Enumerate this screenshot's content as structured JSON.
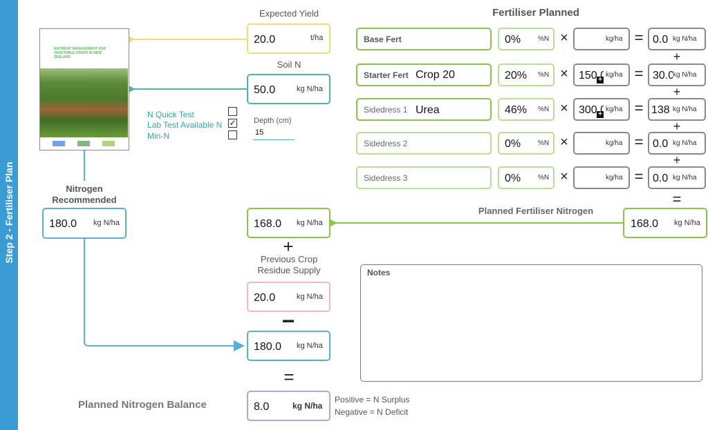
{
  "sidebar": {
    "title": "Step 2 - Fertiliser Plan"
  },
  "book": {
    "title": "NUTRIENT MANAGEMENT FOR VEGETABLE CROPS IN NEW ZEALAND"
  },
  "expected_yield": {
    "label": "Expected Yield",
    "value": "20.0",
    "unit": "t/ha"
  },
  "soil_n": {
    "label": "Soil N",
    "value": "50.0",
    "unit": "kg N/ha"
  },
  "soil_tests": {
    "options": [
      {
        "label": "N Quick Test",
        "mark": ""
      },
      {
        "label": "Lab Test Available N",
        "mark": "✓"
      },
      {
        "label": "Min-N",
        "mark": ""
      }
    ],
    "depth_label": "Depth (cm)",
    "depth_value": "15"
  },
  "nitrogen_recommended": {
    "label": "Nitrogen Recommended",
    "value": "180.0",
    "unit": "kg N/ha"
  },
  "fertiliser_planned": {
    "title": "Fertiliser Planned",
    "pct_unit": "%N",
    "rate_unit": "kg/ha",
    "total_unit": "kg N/ha",
    "rows": [
      {
        "name": "Base Fert",
        "product": "",
        "pct": "0%",
        "rate": "",
        "total": "0.0"
      },
      {
        "name": "Starter Fert",
        "product": "Crop 20",
        "pct": "20%",
        "rate": "150.0",
        "total": "30.0"
      },
      {
        "name": "Sidedress 1",
        "product": "Urea",
        "pct": "46%",
        "rate": "300.0",
        "total": "138"
      },
      {
        "name": "Sidedress 2",
        "product": "",
        "pct": "0%",
        "rate": "",
        "total": "0.0"
      },
      {
        "name": "Sidedress 3",
        "product": "",
        "pct": "0%",
        "rate": "",
        "total": "0.0"
      }
    ]
  },
  "planned_fertiliser_nitrogen": {
    "label": "Planned Fertiliser Nitrogen",
    "value": "168.0",
    "unit": "kg N/ha"
  },
  "fert_n_carry": {
    "value": "168.0",
    "unit": "kg N/ha"
  },
  "residue": {
    "label": "Previous Crop Residue Supply",
    "value": "20.0",
    "unit": "kg N/ha"
  },
  "recommended_carry": {
    "value": "180.0",
    "unit": "kg N/ha"
  },
  "balance": {
    "label": "Planned Nitrogen Balance",
    "value": "8.0",
    "unit": "kg N/ha",
    "legend_positive": "Positive = N Surplus",
    "legend_negative": "Negative = N Deficit"
  },
  "notes": {
    "label": "Notes",
    "text": ""
  },
  "operators": {
    "plus": "+",
    "minus": "−",
    "equals": "=",
    "times": "×"
  },
  "colors": {
    "sidebar": "#3a9bd5",
    "yield": "#f2d97a",
    "soil": "#4fb3ad",
    "recommended": "#5aaed8",
    "fertiliser": "#8bc34a",
    "residue": "#f3b7c3",
    "balance": "#b9a2cf"
  }
}
